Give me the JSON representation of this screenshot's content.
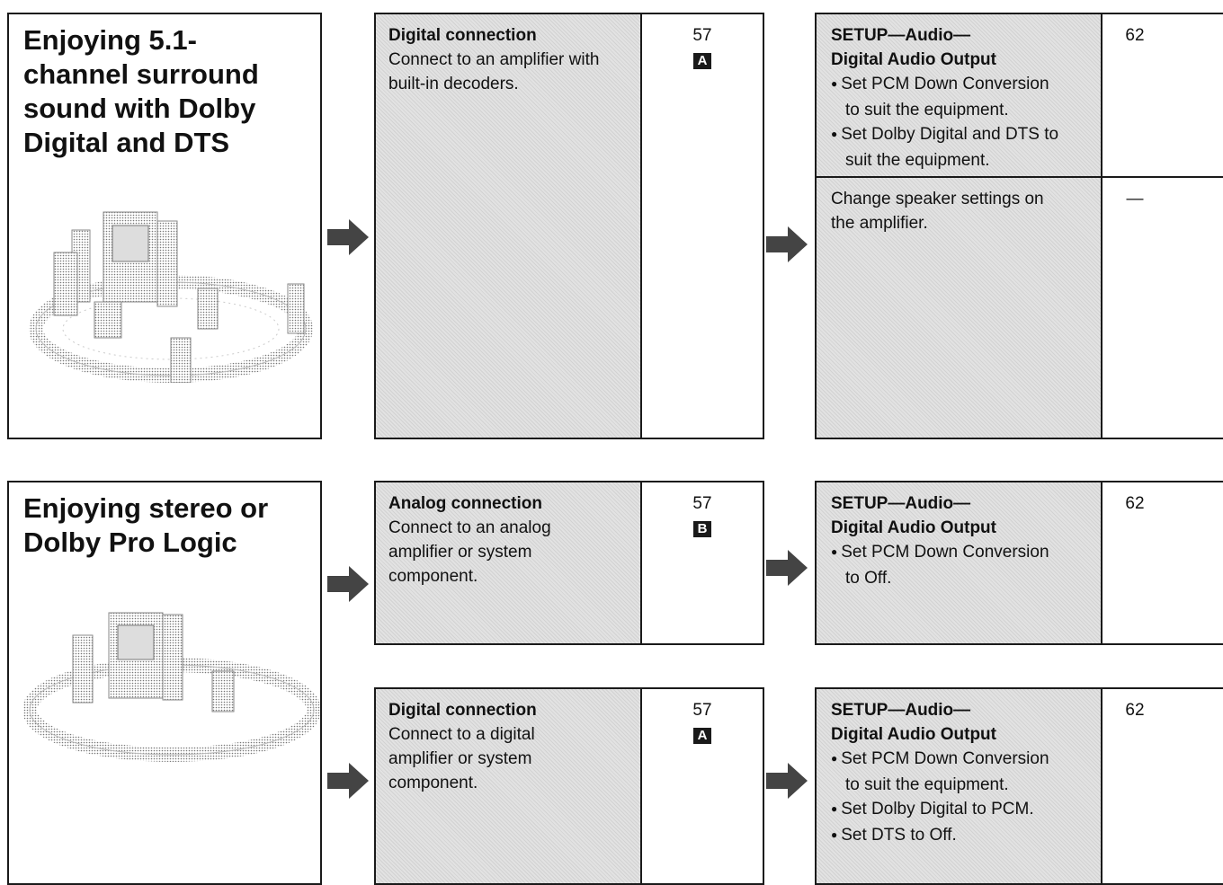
{
  "section1": {
    "heading": [
      "Enjoying 5.1-",
      "channel surround",
      "sound with Dolby",
      "Digital and DTS"
    ],
    "connection": {
      "title": "Digital connection",
      "body": [
        "Connect to an amplifier with",
        "built-in decoders."
      ],
      "page": "57",
      "badge": "A"
    },
    "setup": {
      "title1": "SETUP—Audio—",
      "title2": "Digital Audio Output",
      "bullets": [
        [
          "Set PCM Down Conversion",
          "to suit the equipment."
        ],
        [
          "Set Dolby Digital and DTS to",
          "suit the equipment."
        ]
      ],
      "page": "62"
    },
    "speaker": {
      "body": [
        "Change speaker settings on",
        "the amplifier."
      ],
      "ref": "—"
    }
  },
  "section2": {
    "heading": [
      "Enjoying stereo or",
      "Dolby Pro Logic"
    ],
    "analog": {
      "title": "Analog connection",
      "body": [
        "Connect to an analog",
        "amplifier or system",
        "component."
      ],
      "page": "57",
      "badge": "B"
    },
    "setup_analog": {
      "title1": "SETUP—Audio—",
      "title2": "Digital Audio Output",
      "bullets": [
        [
          "Set PCM Down Conversion",
          "to Off."
        ]
      ],
      "page": "62"
    },
    "digital": {
      "title": "Digital connection",
      "body": [
        "Connect to a digital",
        "amplifier or system",
        "component."
      ],
      "page": "57",
      "badge": "A"
    },
    "setup_digital": {
      "title1": "SETUP—Audio—",
      "title2": "Digital Audio Output",
      "bullets": [
        [
          "Set PCM Down Conversion",
          "to suit the equipment."
        ],
        [
          "Set Dolby Digital to PCM."
        ],
        [
          "Set DTS to Off."
        ]
      ],
      "page": "62"
    }
  }
}
